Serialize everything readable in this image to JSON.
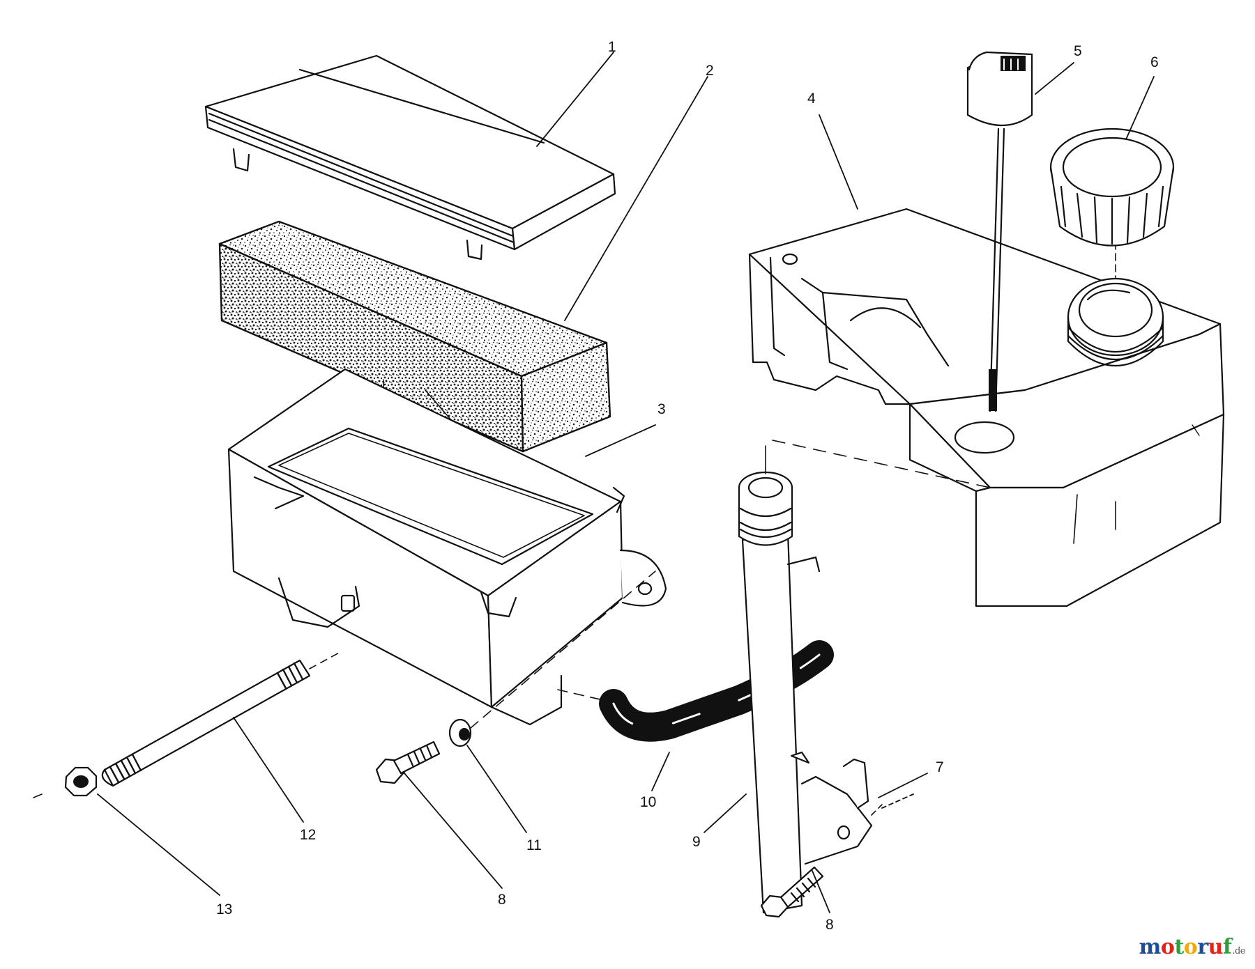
{
  "diagram": {
    "callouts": [
      {
        "id": "c1",
        "label": "1"
      },
      {
        "id": "c2",
        "label": "2"
      },
      {
        "id": "c3",
        "label": "3"
      },
      {
        "id": "c4",
        "label": "4"
      },
      {
        "id": "c5",
        "label": "5"
      },
      {
        "id": "c6",
        "label": "6"
      },
      {
        "id": "c7",
        "label": "7"
      },
      {
        "id": "c8a",
        "label": "8"
      },
      {
        "id": "c8b",
        "label": "8"
      },
      {
        "id": "c9",
        "label": "9"
      },
      {
        "id": "c10",
        "label": "10"
      },
      {
        "id": "c11",
        "label": "11"
      },
      {
        "id": "c12",
        "label": "12"
      },
      {
        "id": "c13",
        "label": "13"
      }
    ]
  },
  "watermark": {
    "letters": [
      "m",
      "o",
      "t",
      "o",
      "r",
      "u",
      "f"
    ],
    "letter_colors": [
      "#1b4f9c",
      "#e2231a",
      "#2e9d3a",
      "#f2a900",
      "#1b4f9c",
      "#e2231a",
      "#2e9d3a"
    ],
    "suffix": ".de"
  },
  "colors": {
    "line": "#111111",
    "speckle": "#1a1a1a",
    "paper": "#ffffff"
  }
}
